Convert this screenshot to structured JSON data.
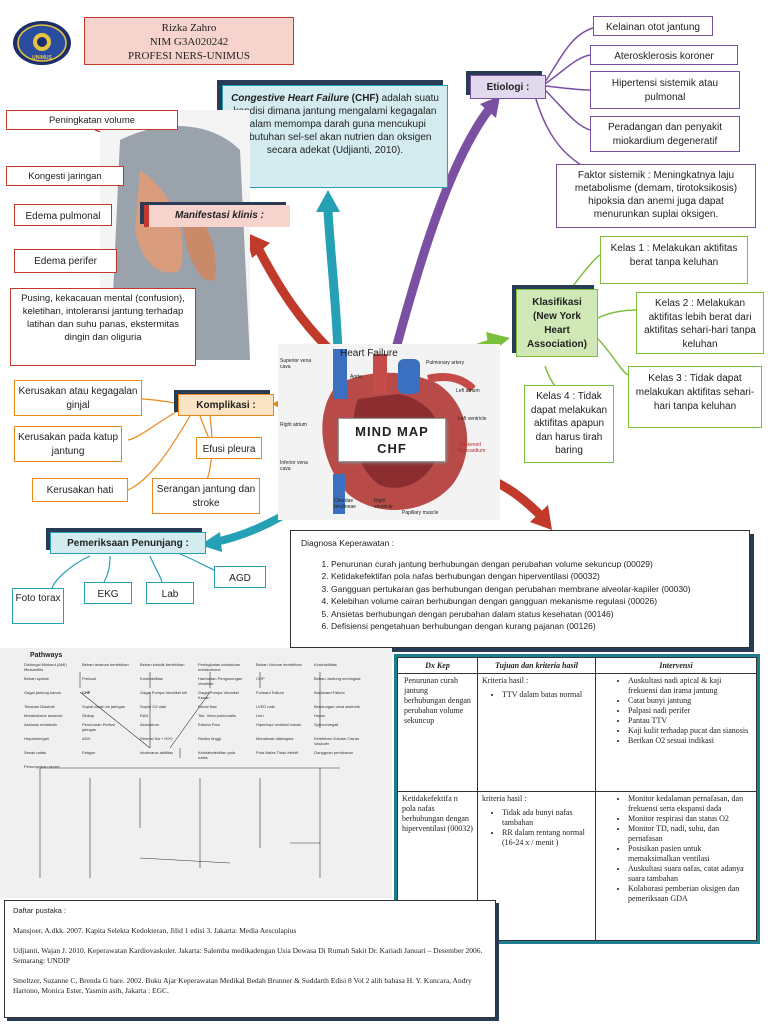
{
  "header": {
    "logo_text": "UNIMUS",
    "name": "Rizka Zahro",
    "nim": "NIM G3A020242",
    "program": "PROFESI NERS-UNIMUS"
  },
  "definition": {
    "title": "Congestive Heart Failure",
    "abbr": "(CHF)",
    "text": "adalah suatu kondisi dimana jantung mengalami kegagalan dalam memompa darah guna mencukupi kebutuhan sel-sel akan nutrien dan oksigen secara adekat (Udjianti, 2010)."
  },
  "center": {
    "title_line1": "MIND MAP",
    "title_line2": "CHF",
    "heart_title": "Heart Failure",
    "heart_labels": [
      "Superior vena cava",
      "Aorta",
      "Pulmonary artery",
      "Left atrium",
      "Left ventricle",
      "Right atrium",
      "Inferior vena cava",
      "Thickened Myocardium",
      "Chordae tendineae",
      "Right ventricle",
      "Papillary muscle"
    ]
  },
  "manifestasi": {
    "label": "Manifestasi klinis :",
    "items": [
      "Peningkatan volume",
      "Kongesti jaringan",
      "Edema pulmonal",
      "Edema perifer",
      "Pusing, kekacauan mental (confusion), keletihan, intoleransi jantung terhadap latihan dan suhu panas, ekstermitas dingin dan oliguria"
    ]
  },
  "etiologi": {
    "label": "Etiologi :",
    "items": [
      "Kelainan otot jantung",
      "Aterosklerosis koroner",
      "Hipertensi sistemik atau pulmonal",
      "Peradangan dan penyakit miokardium degeneratif",
      "Faktor sistemik : Meningkatnya laju metabolisme (demam, tirotoksikosis) hipoksia dan anemi juga dapat menurunkan suplai oksigen."
    ]
  },
  "klasifikasi": {
    "label": "Klasifikasi (New York Heart Association)",
    "items": [
      "Kelas 1 : Melakukan aktifitas berat tanpa keluhan",
      "Kelas 2 : Melakukan aktifitas lebih berat dari aktifitas sehari-hari tanpa keluhan",
      "Kelas 3 : Tidak dapat melakukan aktifitas sehari-hari tanpa keluhan",
      "Kelas 4 : Tidak dapat melakukan aktifitas apapun dan harus tirah baring"
    ]
  },
  "komplikasi": {
    "label": "Komplikasi :",
    "items": [
      "Kerusakan atau kegagalan ginjal",
      "Kerusakan pada katup jantung",
      "Efusi pleura",
      "Kerusakan hati",
      "Serangan jantung dan stroke"
    ]
  },
  "pemeriksaan": {
    "label": "Pemeriksaan Penunjang :",
    "items": [
      "Foto torax",
      "EKG",
      "Lab",
      "AGD"
    ]
  },
  "diagnosa": {
    "title": "Diagnosa Keperawatan :",
    "items": [
      "Penurunan curah jantung berhubungan dengan perubahan volume sekuncup (00029)",
      "Ketidakefektifan pola nafas berhubungan dengan hiperventilasi (00032)",
      "Gangguan pertukaran gas berhubungan dengan perubahan membrane alveolar-kapiler (00030)",
      "Kelebihan volume cairan berhubungan dengan gangguan mekanisme regulasi (00026)",
      "Ansietas berhubungan dengan perubahan dalam status kesehatan (00146)",
      "Defisiensi pengetahuan berhubungan dengan kurang pajanan (00126)"
    ]
  },
  "pathways": {
    "title": "Pathways",
    "nodes": [
      "Disfungsi Miokard (AMI) Miokarditis",
      "Beban tekanan berlebihan",
      "Beban sistolik berlebihan",
      "Peningkatan kebutuhan metabolisme",
      "Beban Volume berlebihan",
      "Kontraktilitas",
      "Beban systole",
      "Preload",
      "Kontraktilitas",
      "Hambatan Pengosongan Ventrikel",
      "COP",
      "Beban Jantung meningkat",
      "Gagal jantung kanan",
      "CHF",
      "Gagal Pompa Ventrikel kiri",
      "Gagal Pompa Ventrikel Kanan",
      "Forward Failure",
      "Backward Failure",
      "Tekanan Diastole",
      "Suplai darah ke jaringan",
      "Suplai O2 otak",
      "Renal flow",
      "LVED naik",
      "Bendungan vena sistemik",
      "Metabolisme anaerob",
      "Sinkop",
      "RAA",
      "Tek. Vena pulmonalis",
      "Lien",
      "Hepar",
      "Asidosis metabolik",
      "Penurunan Perfusi jaringan",
      "Aldosteron",
      "Edema Paru",
      "Hipertropi ventrikel kanan",
      "Splenomegali",
      "Hepatomegali",
      "ADH",
      "Retensi Na + H2O",
      "Resiko tinggi",
      "Mendesak diafragma",
      "Kelebihan Volume Cairan Vaskuler",
      "Sesak nafas",
      "Fatigue",
      "Intoleransi aktifitas",
      "Ketidakefektifan pola nafas",
      "Pola Nafas Tidak efektif",
      "Gangguan pertukaran",
      "Penumpukan secret"
    ]
  },
  "table": {
    "headers": [
      "Dx Kep",
      "Tujuan dan kriteria hasil",
      "Intervensi"
    ],
    "rows": [
      {
        "dx": "Penurunan curah jantung berhubungan dengan perubahan volume sekuncup",
        "tujuan_label": "Kriteria hasil :",
        "tujuan_items": [
          "TTV dalam batas normal"
        ],
        "intervensi": [
          "Auskultasi nadi apical & kaji frekuensi dan irama jantung",
          "Catat bunyi jantung",
          "Palpasi nadi perifer",
          "Pantau TTV",
          "Kaji kulit terhadap pucat dan sianosis",
          "Berikan O2 sesuai indikasi"
        ]
      },
      {
        "dx": "Ketidakefektifa n pola nafas berhubungan dengan hiperventilasi (00032)",
        "tujuan_label": "kriteria hasil :",
        "tujuan_items": [
          "Tidak ada bunyi nafas tambahan",
          "RR dalam rentang normal (16-24 x / menit )"
        ],
        "intervensi": [
          "Monitor kedalaman pernafasan, dan frekuensi serta ekspansi dada",
          "Monitor respirasi dan status O2",
          "Monitor TD, nadi, suhu, dan pernafasan",
          "Posisikan pasien untuk memaksimalkan ventilasi",
          "Auskultasi suara nafas, catat adanya suara tambahan",
          "Kolaborasi pemberian oksigen dan pemeriksaan GDA"
        ]
      }
    ]
  },
  "daftar_pustaka": {
    "title": "Daftar pustaka :",
    "items": [
      "Mansjoer, A.dkk. 2007. Kapita Selekta Kedokteran, Jilid 1 edisi 3. Jakarta: Media Aesculapius",
      "Udjianti, Wajan J. 2010. Keperawatan Kardiovaskuler. Jakarta: Salemba medikadengan Usia Dewasa Di Rumah Sakit Dr. Kariadi Januari – Desember 2006. Semarang: UNDIP",
      "Smeltzer, Suzanne C, Brenda G bare. 2002. Buku Ajar Keperawatan Medikal Bedah Brunner & Suddarth Edisi 8 Vol 2 alih bahasa H. Y. Kuncara, Andry Hartono, Monica Ester, Yasmin asih, Jakarta : EGC."
    ]
  },
  "colors": {
    "teal": "#26a0b4",
    "red": "#c0392b",
    "orange": "#e8891a",
    "purple": "#7b4fa2",
    "green": "#7bbf3a",
    "navy": "#1b2f6b"
  }
}
